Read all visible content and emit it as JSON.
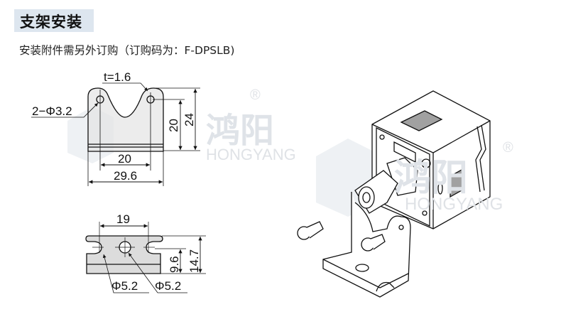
{
  "header": {
    "title": "支架安装",
    "subtitle": "安装附件需另外订购（订购码为：F-DPSLB)"
  },
  "watermark": {
    "brand_cn": "鸿阳",
    "brand_en": "HONGYANG",
    "registered": "®"
  },
  "front_view": {
    "thickness": "t=1.6",
    "holes": "2−Φ3.2",
    "inner_width": "20",
    "outer_width": "29.6",
    "hole_height": "20",
    "total_height": "24"
  },
  "top_view": {
    "slot_spacing": "19",
    "slot_dia": "Φ5.2",
    "hole_dia": "Φ5.2",
    "hole_height": "9.6",
    "total_height": "14.7"
  },
  "colors": {
    "title_bg": "#dde6ef",
    "part_fill": "#dcdcdc",
    "line": "#111111"
  }
}
